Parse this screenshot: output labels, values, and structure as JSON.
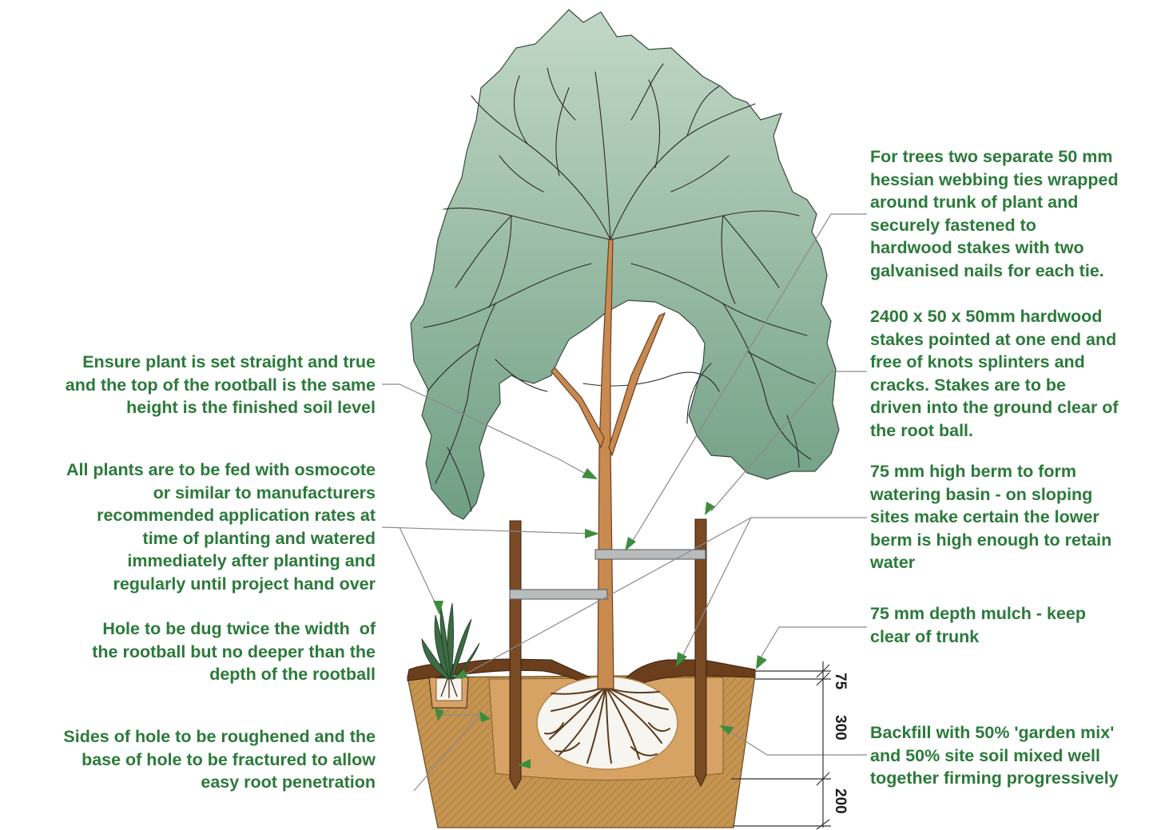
{
  "colors": {
    "label_text": "#2b7a3a",
    "canopy_fill_top": "#c2d8c6",
    "canopy_fill_bottom": "#6f9e83",
    "branch_line": "#2b2b2b",
    "trunk": "#c98a50",
    "stake": "#7a4a24",
    "soil": "#c69552",
    "mulch": "#6b3e1c",
    "backfill": "#d7a365",
    "tie": "#b9bcbd",
    "leader_line": "#8a8a8a",
    "arrow_head": "#3e8c3e"
  },
  "annotations": {
    "left": [
      {
        "id": "set-straight",
        "lines": [
          "Ensure plant is set straight and true",
          "and the top of the rootball is the same",
          "height is the finished soil level"
        ]
      },
      {
        "id": "fertiliser",
        "lines": [
          "All plants are to be fed with osmocote",
          "or similar to manufacturers",
          "recommended application rates at",
          "time of planting and watered",
          "immediately after planting and",
          "regularly until project hand over"
        ]
      },
      {
        "id": "hole-width",
        "lines": [
          "Hole to be dug twice the width  of",
          "the rootball but no deeper than the",
          "depth of the rootball"
        ]
      },
      {
        "id": "sides-of-hole",
        "lines": [
          "Sides of hole to be roughened and the",
          "base of hole to be fractured to allow",
          "easy root penetration"
        ]
      }
    ],
    "right": [
      {
        "id": "hessian-ties",
        "lines": [
          "For trees two separate 50 mm",
          "hessian webbing ties wrapped",
          "around trunk of plant and",
          "securely fastened to",
          "hardwood stakes with two",
          "galvanised nails for each tie."
        ]
      },
      {
        "id": "stakes",
        "lines": [
          "2400 x 50 x 50mm hardwood",
          "stakes pointed at one end and",
          "free of knots splinters and",
          "cracks. Stakes are to be",
          "driven into the ground clear of",
          "the root ball."
        ]
      },
      {
        "id": "berm",
        "lines": [
          "75 mm high berm to form",
          "watering basin - on sloping",
          "sites make certain the lower",
          "berm is high enough to retain",
          "water"
        ]
      },
      {
        "id": "mulch",
        "lines": [
          "75 mm depth mulch - keep",
          "clear of trunk"
        ]
      },
      {
        "id": "backfill",
        "lines": [
          "Backfill with 50% 'garden mix'",
          "and 50% site soil mixed well",
          "together firming progressively"
        ]
      }
    ]
  },
  "dimensions": [
    {
      "id": "mulch-depth",
      "label": "75"
    },
    {
      "id": "rootball-depth",
      "label": "300"
    },
    {
      "id": "below-rootball",
      "label": "200"
    }
  ]
}
